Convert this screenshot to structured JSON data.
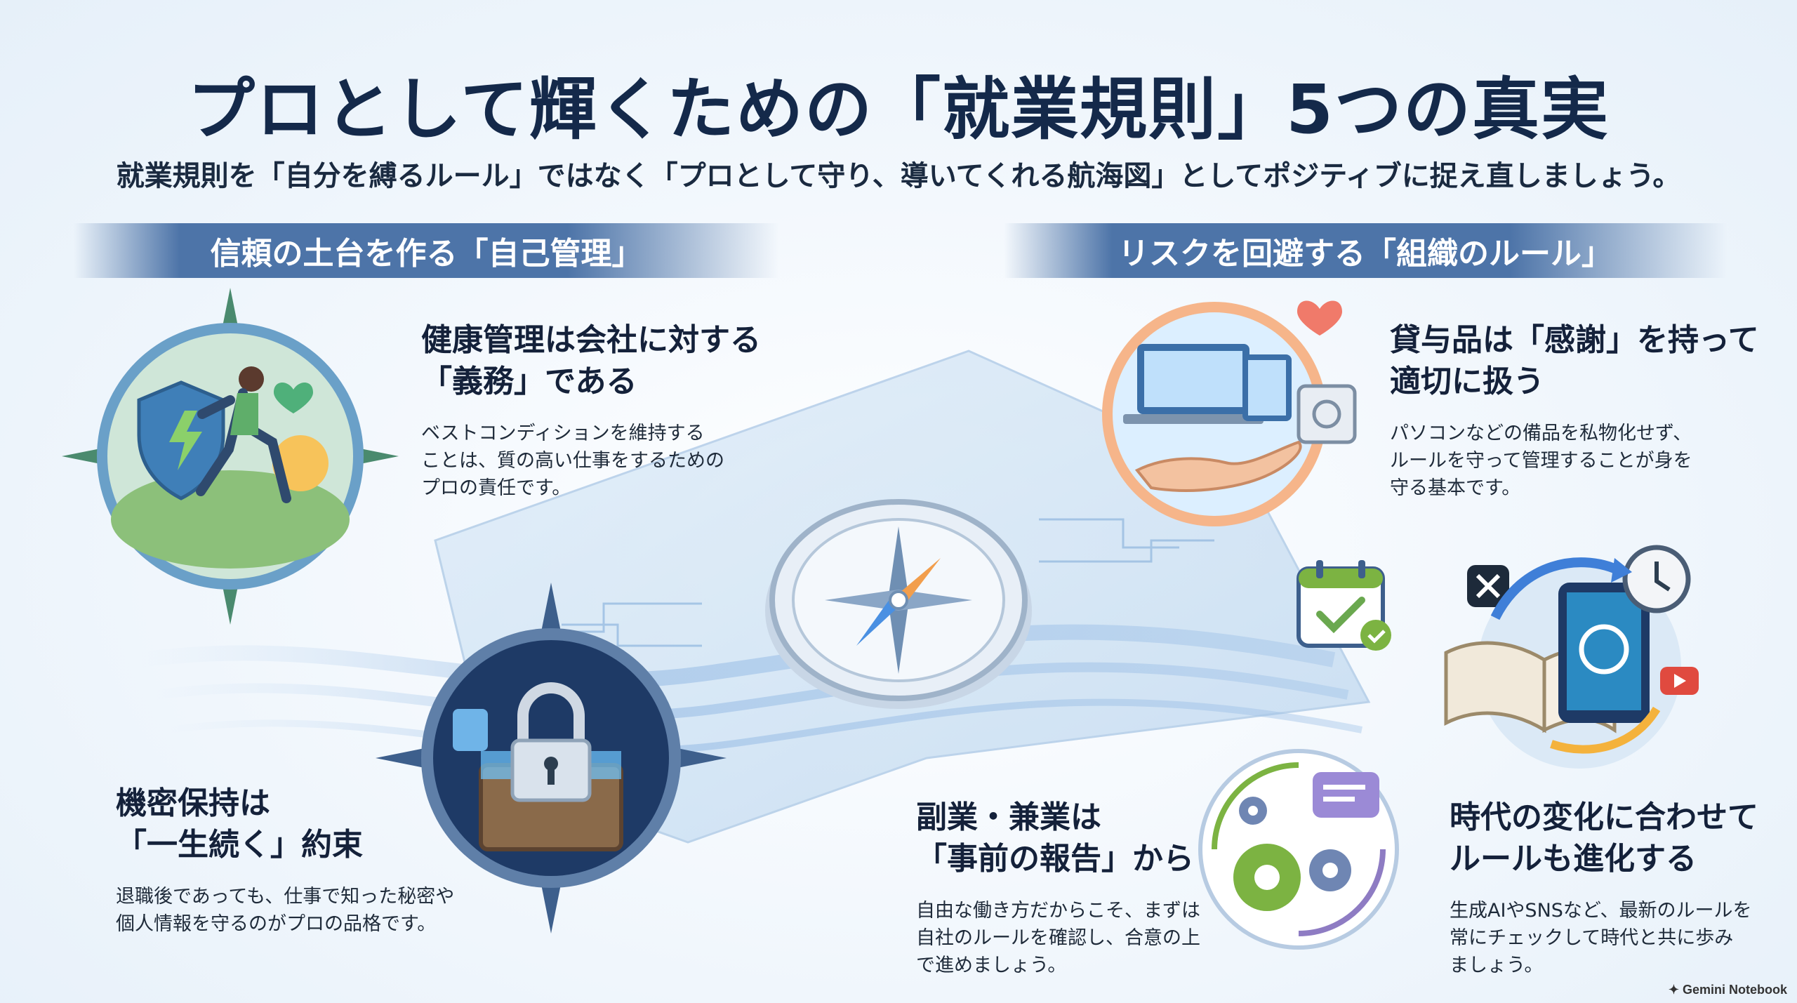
{
  "title": "プロとして輝くための「就業規則」5つの真実",
  "subtitle": "就業規則を「自分を縛るルール」ではなく「プロとして守り、導いてくれる航海図」としてポジティブに捉え直しましょう。",
  "sections": {
    "left": "信頼の土台を作る「自己管理」",
    "right": "リスクを回避する「組織のルール」"
  },
  "cards": {
    "health": {
      "head1": "健康管理は会社に対する",
      "head2": "「義務」である",
      "body1": "ベストコンディションを維持する",
      "body2": "ことは、質の高い仕事をするための",
      "body3": "プロの責任です。"
    },
    "secret": {
      "head1": "機密保持は",
      "head2": "「一生続く」約束",
      "body1": "退職後であっても、仕事で知った秘密や",
      "body2": "個人情報を守るのがプロの品格です。"
    },
    "equipment": {
      "head1": "貸与品は「感謝」を持って",
      "head2": "適切に扱う",
      "body1": "パソコンなどの備品を私物化せず、",
      "body2": "ルールを守って管理することが身を",
      "body3": "守る基本です。"
    },
    "sidejob": {
      "head1": "副業・兼業は",
      "head2": "「事前の報告」から",
      "body1": "自由な働き方だからこそ、まずは",
      "body2": "自社のルールを確認し、合意の上",
      "body3": "で進めましょう。"
    },
    "change": {
      "head1": "時代の変化に合わせて",
      "head2": "ルールも進化する",
      "body1": "生成AIやSNSなど、最新のルールを",
      "body2": "常にチェックして時代と共に歩み",
      "body3": "ましょう。"
    }
  },
  "footer": "Gemini Notebook",
  "colors": {
    "title": "#14294a",
    "band": "#4d74a8",
    "accent_green": "#7cb342",
    "accent_orange": "#f4a261"
  }
}
